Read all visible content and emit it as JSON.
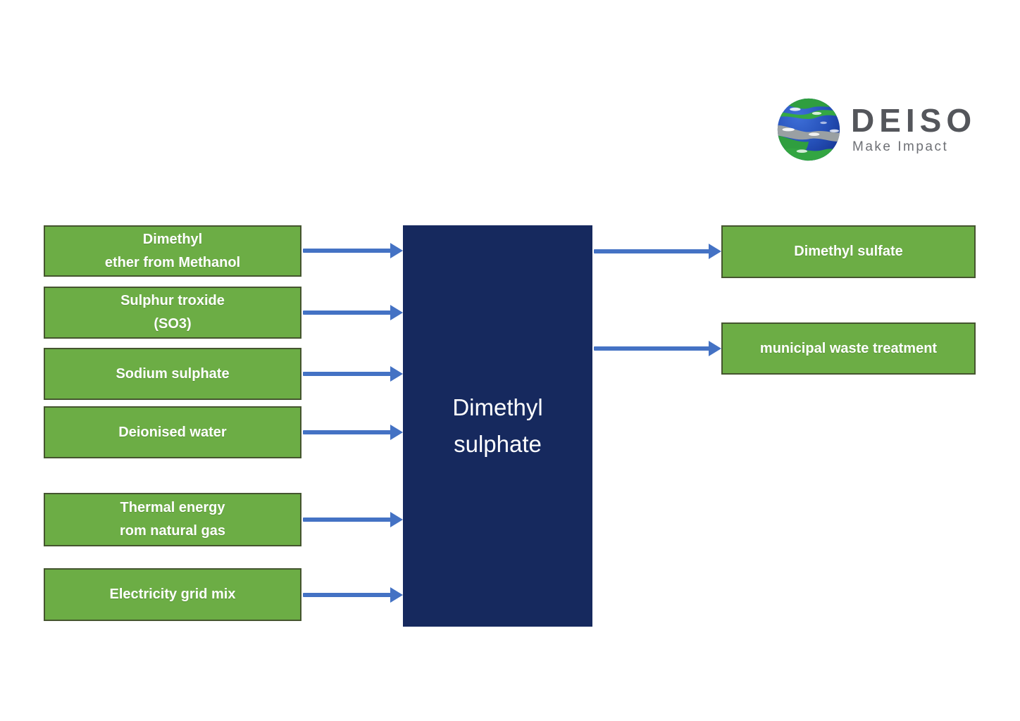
{
  "logo": {
    "brand": "DEISO",
    "tagline": "Make Impact"
  },
  "process": {
    "label": "Dimethyl\nsulphate"
  },
  "inputs": [
    {
      "label": "Dimethyl\nether from Methanol"
    },
    {
      "label": "Sulphur troxide\n(SO3)"
    },
    {
      "label": "Sodium sulphate"
    },
    {
      "label": "Deionised water"
    },
    {
      "label": "Thermal energy\nrom natural gas"
    },
    {
      "label": "Electricity grid mix"
    }
  ],
  "outputs": [
    {
      "label": "Dimethyl sulfate"
    },
    {
      "label": "municipal waste treatment"
    }
  ],
  "colors": {
    "input_output_box_fill": "#6CAD45",
    "input_output_box_border": "#45552F",
    "process_box_fill": "#16295E",
    "arrow": "#4472C4",
    "box_text": "#FFFFFF",
    "logo_text": "#54565B",
    "logo_tagline_text": "#6E7075"
  }
}
